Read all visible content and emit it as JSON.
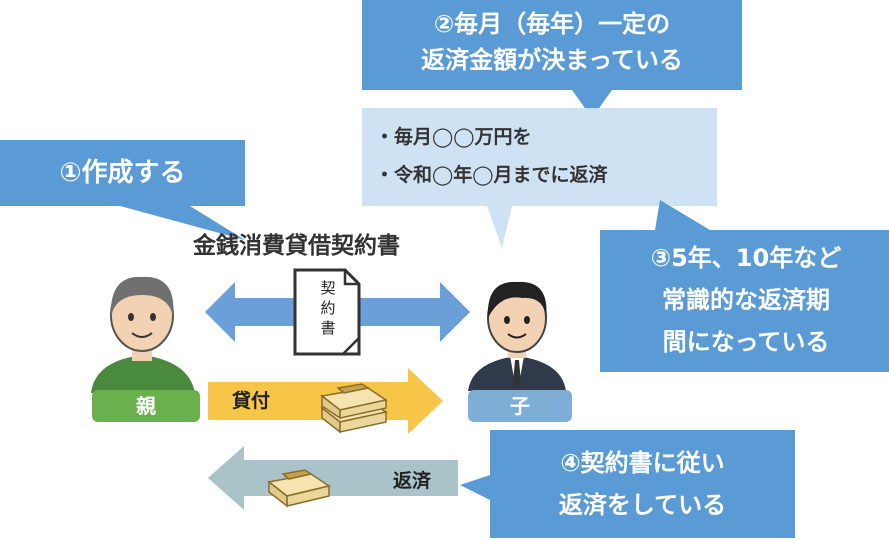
{
  "callout1": {
    "text": "①作成する"
  },
  "callout2": {
    "line1": "②毎月（毎年）一定の",
    "line2": "返済金額が決まっている"
  },
  "detail_box": {
    "line1": "・毎月◯◯万円を",
    "line2": "・令和◯年◯月までに返済"
  },
  "callout3": {
    "line1": "③5年、10年など",
    "line2": "常識的な返済期",
    "line3": "間になっている"
  },
  "callout4": {
    "line1": "④契約書に従い",
    "line2": "返済をしている"
  },
  "contract_title": "金銭消費貸借契約書",
  "document": {
    "chars": [
      "契",
      "約",
      "書"
    ]
  },
  "parent": {
    "label": "親"
  },
  "child": {
    "label": "子"
  },
  "lend_arrow": {
    "label": "貸付"
  },
  "repay_arrow": {
    "label": "返済"
  },
  "colors": {
    "callout_blue": "#5b9bd5",
    "detail_bg": "#cfe2f3",
    "arrow_blue": "#6a9fd8",
    "arrow_yellow": "#f7c548",
    "arrow_gray": "#a9c3c9",
    "label_green": "#6ab04c",
    "label_blue": "#7eaed6"
  }
}
